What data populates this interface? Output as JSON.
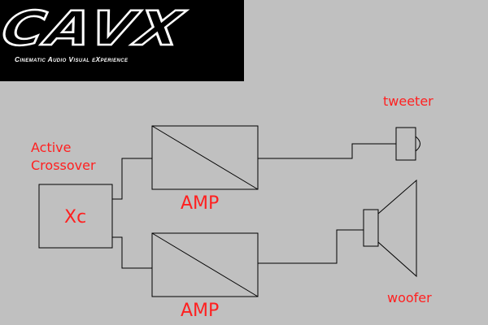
{
  "logo": {
    "wordmark": "CAVX",
    "tagline": "Cinematic Audio Visual eXperience"
  },
  "labels": {
    "crossover_line1": "Active",
    "crossover_line2": "Crossover",
    "crossover_box": "Xc",
    "amp_top": "AMP",
    "amp_bottom": "AMP",
    "tweeter": "tweeter",
    "woofer": "woofer"
  },
  "colors": {
    "background": "#c0c0c0",
    "label": "#ff2020",
    "lines": "#000000",
    "logo_background": "#000000",
    "logo_text": "#ffffff"
  }
}
